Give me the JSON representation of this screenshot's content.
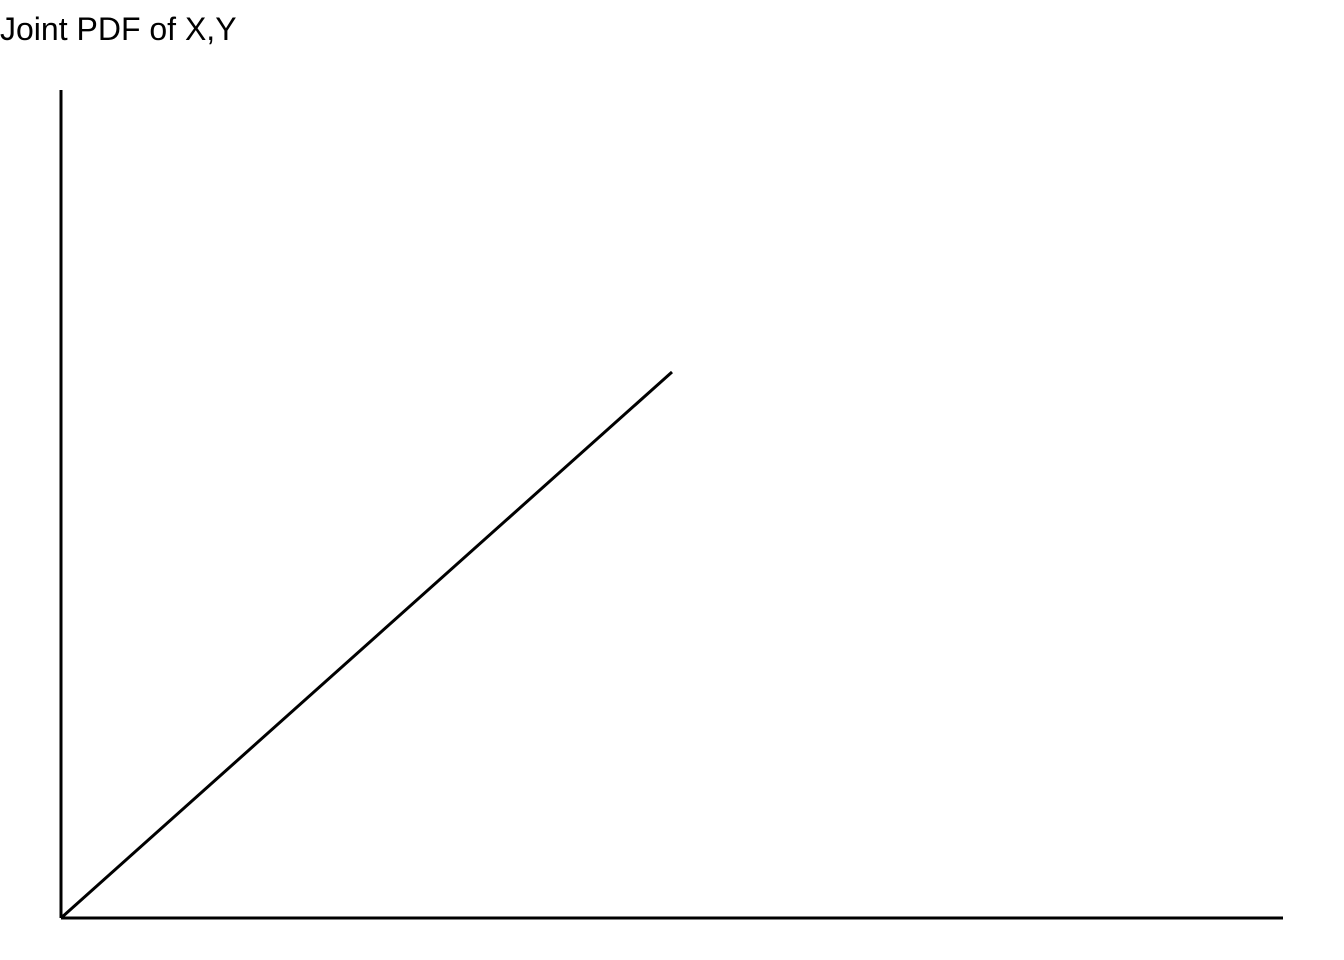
{
  "chart_data": {
    "type": "line",
    "title": "Joint PDF of X,Y",
    "xlabel": "",
    "ylabel": "",
    "xlim": [
      0,
      2
    ],
    "ylim": [
      0,
      2
    ],
    "grid": false,
    "legend": "none",
    "series": [
      {
        "points": [
          [
            0,
            0
          ],
          [
            1,
            1
          ]
        ],
        "color": "#000000"
      }
    ]
  }
}
